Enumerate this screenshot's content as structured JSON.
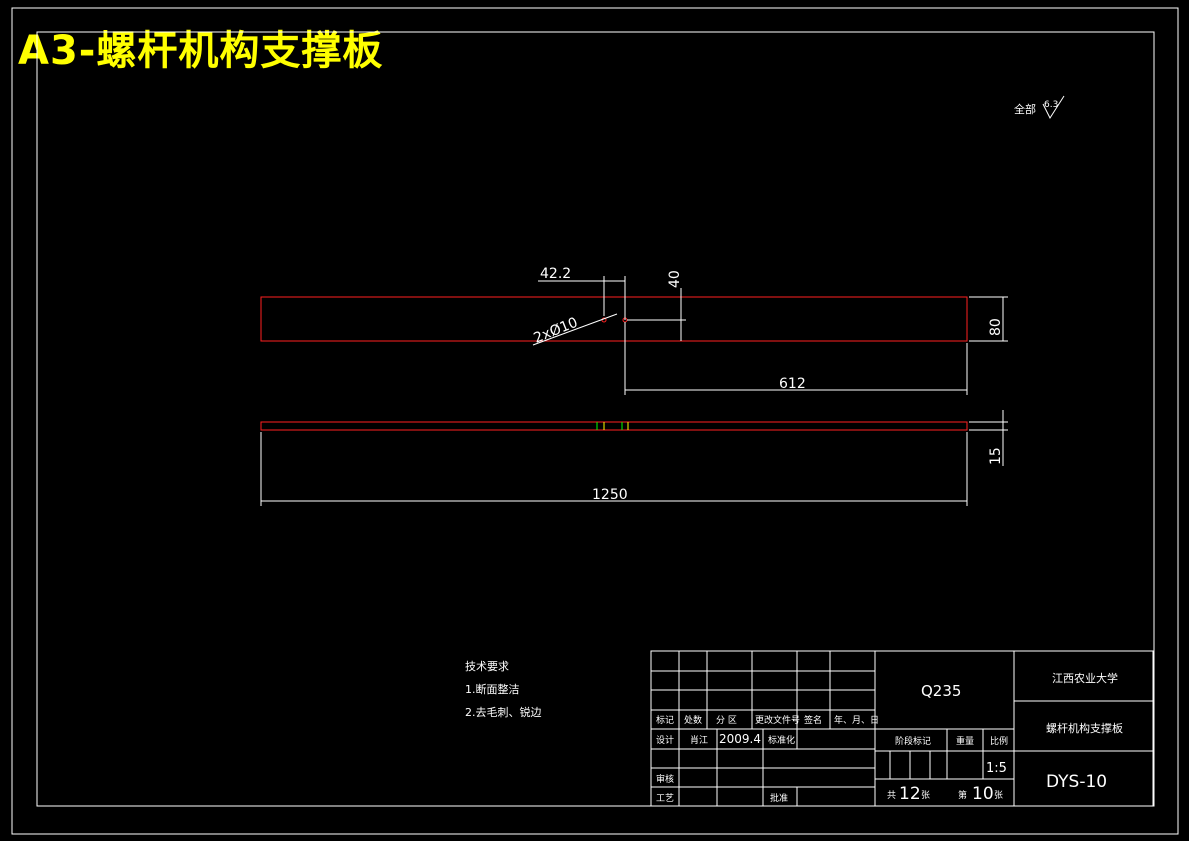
{
  "title": "A3-螺杆机构支撑板",
  "roughness": {
    "label": "全部",
    "value": "6.3"
  },
  "dimensions": {
    "d42": "42.2",
    "d40": "40",
    "hole": "2xØ10",
    "d80": "80",
    "d612": "612",
    "d15": "15",
    "d1250": "1250"
  },
  "tech": {
    "heading": "技术要求",
    "item1": "1.断面整洁",
    "item2": "2.去毛刺、锐边"
  },
  "titleblock": {
    "material": "Q235",
    "university": "江西农业大学",
    "part_name": "螺杆机构支撑板",
    "drawing_no": "DYS-10",
    "h_mark": "标记",
    "h_count": "处数",
    "h_zone": "分 区",
    "h_doc": "更改文件号",
    "h_sign": "签名",
    "h_date": "年、月、日",
    "design": "设计",
    "designer": "肖江",
    "date": "2009.4",
    "standard": "标准化",
    "review": "审核",
    "process": "工艺",
    "approve": "批准",
    "stage": "阶段标记",
    "weight": "重量",
    "scale_label": "比例",
    "scale": "1:5",
    "total_prefix": "共",
    "total_num": "12",
    "total_suffix": "张",
    "sheet_prefix": "第",
    "sheet_num": "10",
    "sheet_suffix": "张"
  }
}
